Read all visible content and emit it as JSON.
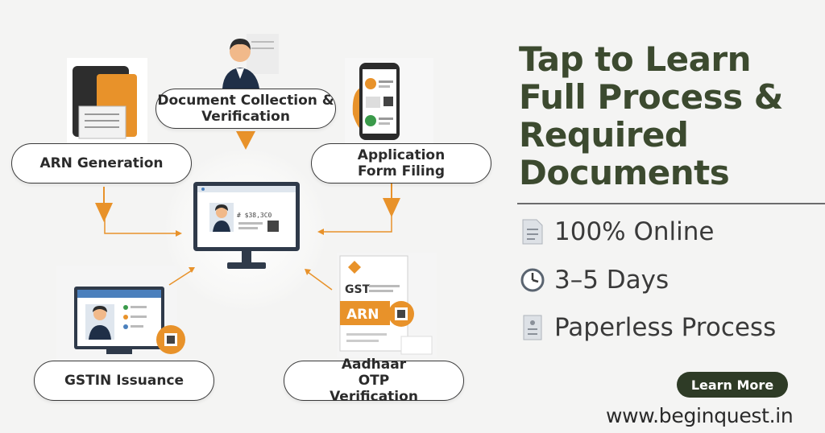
{
  "steps": {
    "document_collection": "Document Collection & Verification",
    "arn_generation": "ARN Generation",
    "application_form": "Application Form Filing",
    "gstin_issuance": "GSTIN Issuance",
    "aadhaar_otp": "Aadhaar OTP Verification"
  },
  "illustrations": {
    "card_code": "# $38,3C0",
    "certificate_gst": "GST",
    "certificate_arn": "ARN"
  },
  "headline": "Tap to Learn Full Process & Required Documents",
  "features": [
    {
      "icon": "document-icon",
      "label": "100% Online"
    },
    {
      "icon": "clock-icon",
      "label": "3–5 Days"
    },
    {
      "icon": "paper-icon",
      "label": "Paperless Process"
    }
  ],
  "cta_label": "Learn More",
  "website": "www.beginquest.in",
  "colors": {
    "accent_orange": "#e8922a",
    "dark_green": "#3c4a2f",
    "button_green": "#2e3b26",
    "screen_blue": "#4b80bd"
  }
}
